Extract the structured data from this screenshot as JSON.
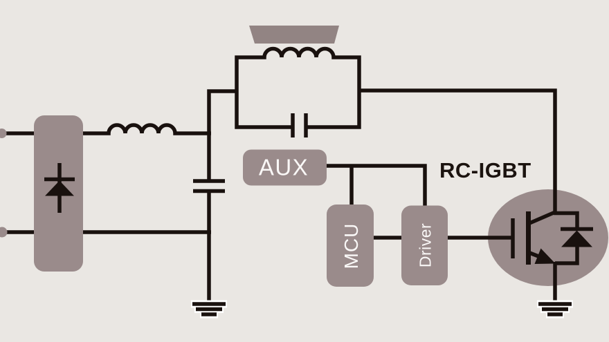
{
  "colors": {
    "background": "#eae7e3",
    "block": "#9a8b8b",
    "pan": "#928483",
    "line": "#19110e",
    "label_text": "#faf8f7",
    "title_text": "#1b130f",
    "glow": "#ffffff"
  },
  "labels": {
    "aux": "AUX",
    "mcu": "MCU",
    "driver": "Driver",
    "transistor": "RC-IGBT"
  },
  "components": {
    "input": "ac-input-terminals",
    "rectifier": "rectifier-diode-block",
    "emi_inductor": "emi-filter-inductor",
    "filter_capacitor": "dc-bus-filter-capacitor",
    "work_coil": "induction-work-coil",
    "pan": "cooking-pan",
    "resonant_capacitor": "resonant-capacitor",
    "aux_supply": "aux-power-block",
    "mcu": "mcu-block",
    "driver": "gate-driver-block",
    "transistor": "rc-igbt-with-antiparallel-diode",
    "grounds": "earth-ground-symbols"
  }
}
